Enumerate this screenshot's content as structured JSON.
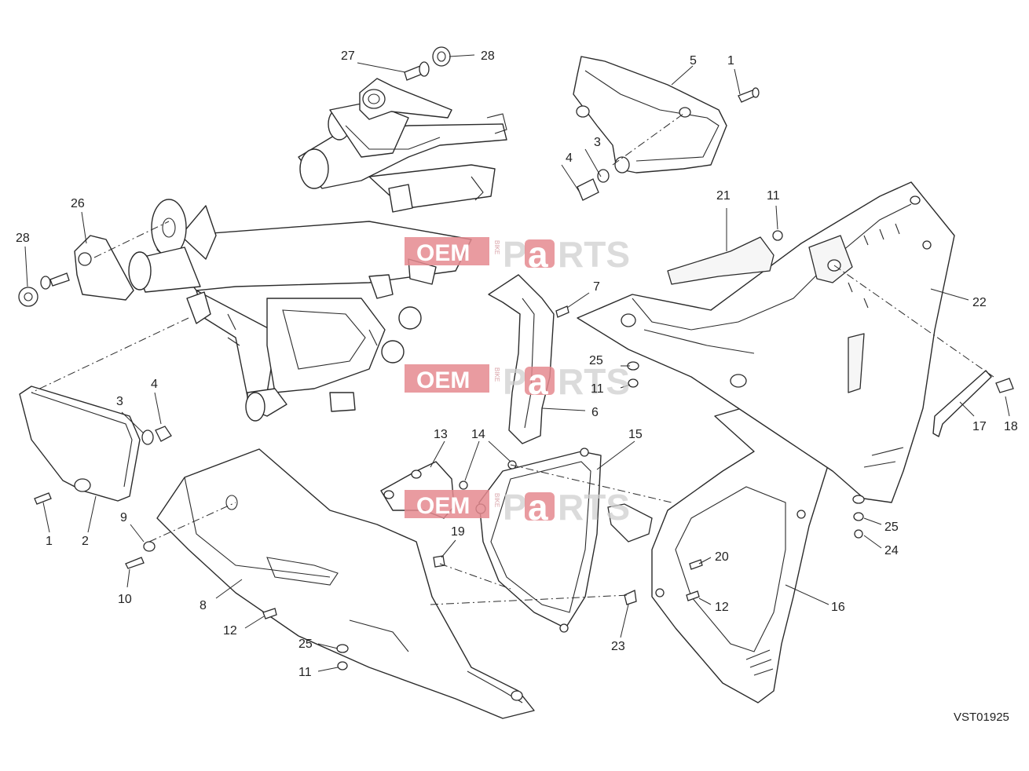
{
  "diagram_code": "VST01925",
  "watermark": {
    "oem": "OEM",
    "bike": "BIKE",
    "p": "P",
    "a": "a",
    "rts": "RTS"
  },
  "labels": {
    "n1a": "1",
    "n1b": "1",
    "n2": "2",
    "n3a": "3",
    "n3b": "3",
    "n4a": "4",
    "n4b": "4",
    "n5": "5",
    "n6": "6",
    "n7": "7",
    "n8": "8",
    "n9": "9",
    "n10": "10",
    "n11a": "11",
    "n11b": "11",
    "n11c": "11",
    "n12a": "12",
    "n12b": "12",
    "n13": "13",
    "n14": "14",
    "n15": "15",
    "n16": "16",
    "n17": "17",
    "n18": "18",
    "n19": "19",
    "n20": "20",
    "n21": "21",
    "n22": "22",
    "n23": "23",
    "n24": "24",
    "n25a": "25",
    "n25b": "25",
    "n25c": "25",
    "n26": "26",
    "n27": "27",
    "n28a": "28",
    "n28b": "28"
  }
}
